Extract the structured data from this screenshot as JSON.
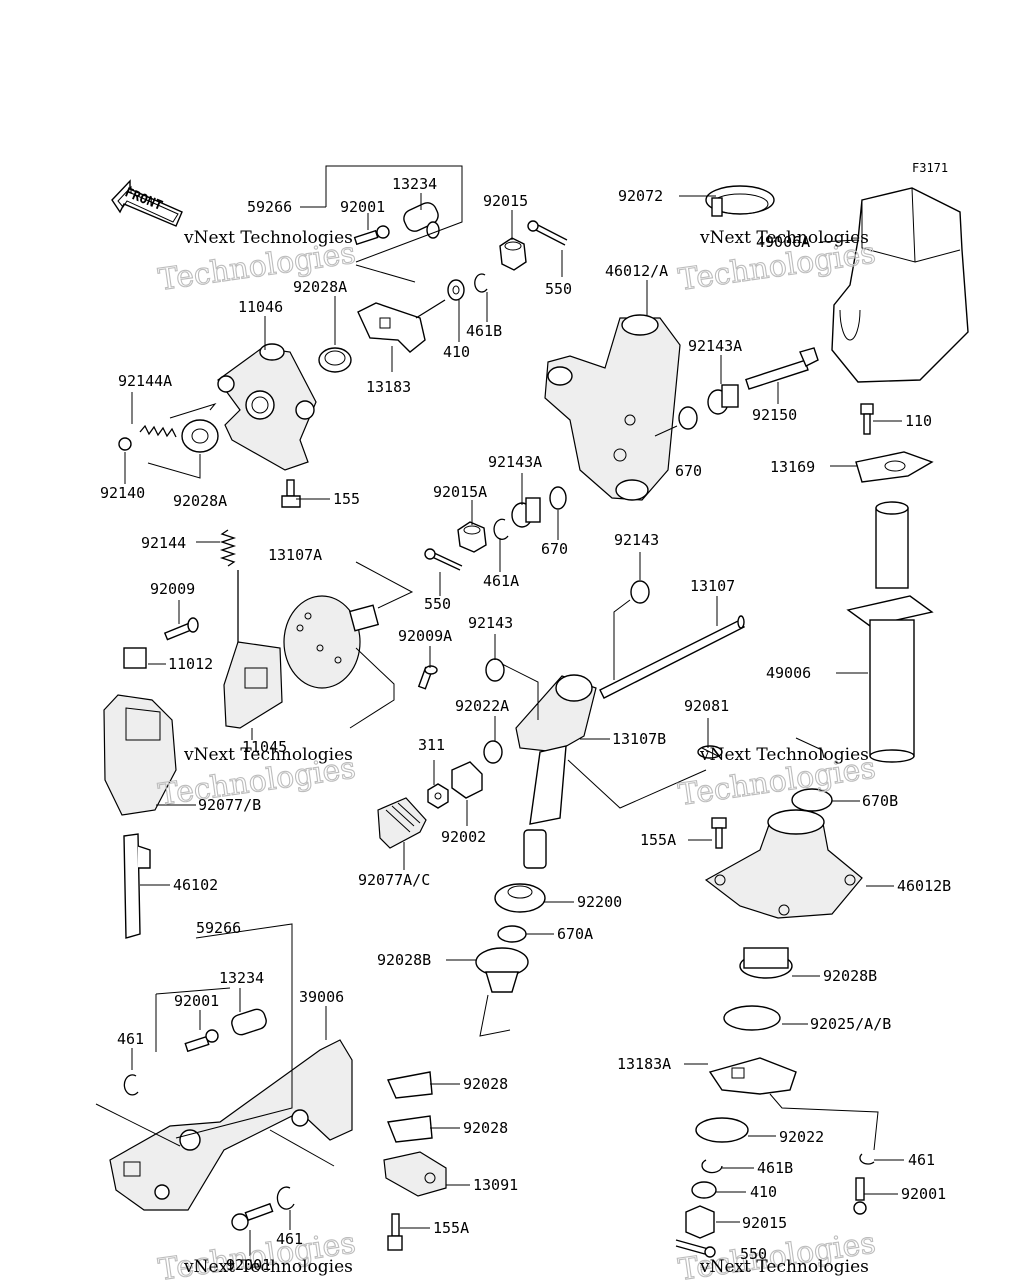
{
  "figure_code": "F3171",
  "front_label": "FRONT",
  "watermark": {
    "line1": "vNext Technologies",
    "line2": "Technologies"
  },
  "labels": {
    "p59266_top": "59266",
    "p92001_top": "92001",
    "p13234_top": "13234",
    "p92015_top": "92015",
    "p550_top": "550",
    "p92072": "92072",
    "p49006A": "49006A",
    "p46012": "46012/A",
    "p92028A_top": "92028A",
    "p11046": "11046",
    "p410_top": "410",
    "p461B_top": "461B",
    "p13183": "13183",
    "p92143A_r": "92143A",
    "p92150": "92150",
    "p110": "110",
    "p92144A": "92144A",
    "p92140": "92140",
    "p92028A_bot": "92028A",
    "p155_top": "155",
    "p670_r": "670",
    "p13169": "13169",
    "p92143A_c": "92143A",
    "p92015A": "92015A",
    "p670_c": "670",
    "p461A": "461A",
    "p92144": "92144",
    "p13107A": "13107A",
    "p550_c": "550",
    "p92143_top": "92143",
    "p13107": "13107",
    "p92009": "92009",
    "p92009A": "92009A",
    "p92143_mid": "92143",
    "p11012": "11012",
    "p49006": "49006",
    "p92081": "92081",
    "p92022A": "92022A",
    "p13107B": "13107B",
    "p311": "311",
    "p11045": "11045",
    "p92077B": "92077/B",
    "p670B": "670B",
    "p92002": "92002",
    "p155A_r": "155A",
    "p46102": "46102",
    "p92077AC": "92077A/C",
    "p46012B": "46012B",
    "p92200": "92200",
    "p670A": "670A",
    "p59266_bot": "59266",
    "p92028B_l": "92028B",
    "p92028B_r": "92028B",
    "p13234_bot": "13234",
    "p39006": "39006",
    "p92001_bot": "92001",
    "p461_l": "461",
    "p92025": "92025/A/B",
    "p13183A": "13183A",
    "p92028_1": "92028",
    "p92028_2": "92028",
    "p92022": "92022",
    "p461_r": "461",
    "p461B_bot": "461B",
    "p13091": "13091",
    "p92001_r": "92001",
    "p410_bot": "410",
    "p155A_b": "155A",
    "p92015_bot": "92015",
    "p461_b": "461",
    "p92001_b": "92001",
    "p550_bot": "550"
  }
}
